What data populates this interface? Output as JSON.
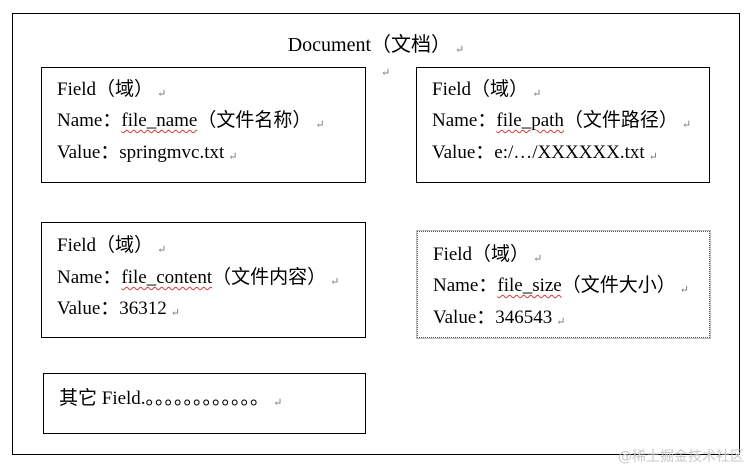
{
  "document": {
    "title": "Document（文档）"
  },
  "fields": [
    {
      "header": "Field（域）",
      "name_label": "Name：",
      "name_value": "file_name",
      "name_cn": "（文件名称）",
      "value_label": "Value：",
      "value": "springmvc.txt"
    },
    {
      "header": "Field（域）",
      "name_label": "Name：",
      "name_value": "file_path",
      "name_cn": "（文件路径）",
      "value_label": "Value：",
      "value": "e:/…/XXXXXX.txt"
    },
    {
      "header": "Field（域）",
      "name_label": "Name：",
      "name_value": "file_content",
      "name_cn": "（文件内容）",
      "value_label": "Value：",
      "value": "36312"
    },
    {
      "header": "Field（域）",
      "name_label": "Name：",
      "name_value": "file_size",
      "name_cn": "（文件大小）",
      "value_label": "Value：",
      "value": "346543"
    }
  ],
  "other": {
    "text": "其它 Field.。。。。。。。。。。。。"
  },
  "marks": {
    "paragraph": "↵"
  },
  "watermark": "@稀土掘金技术社区"
}
